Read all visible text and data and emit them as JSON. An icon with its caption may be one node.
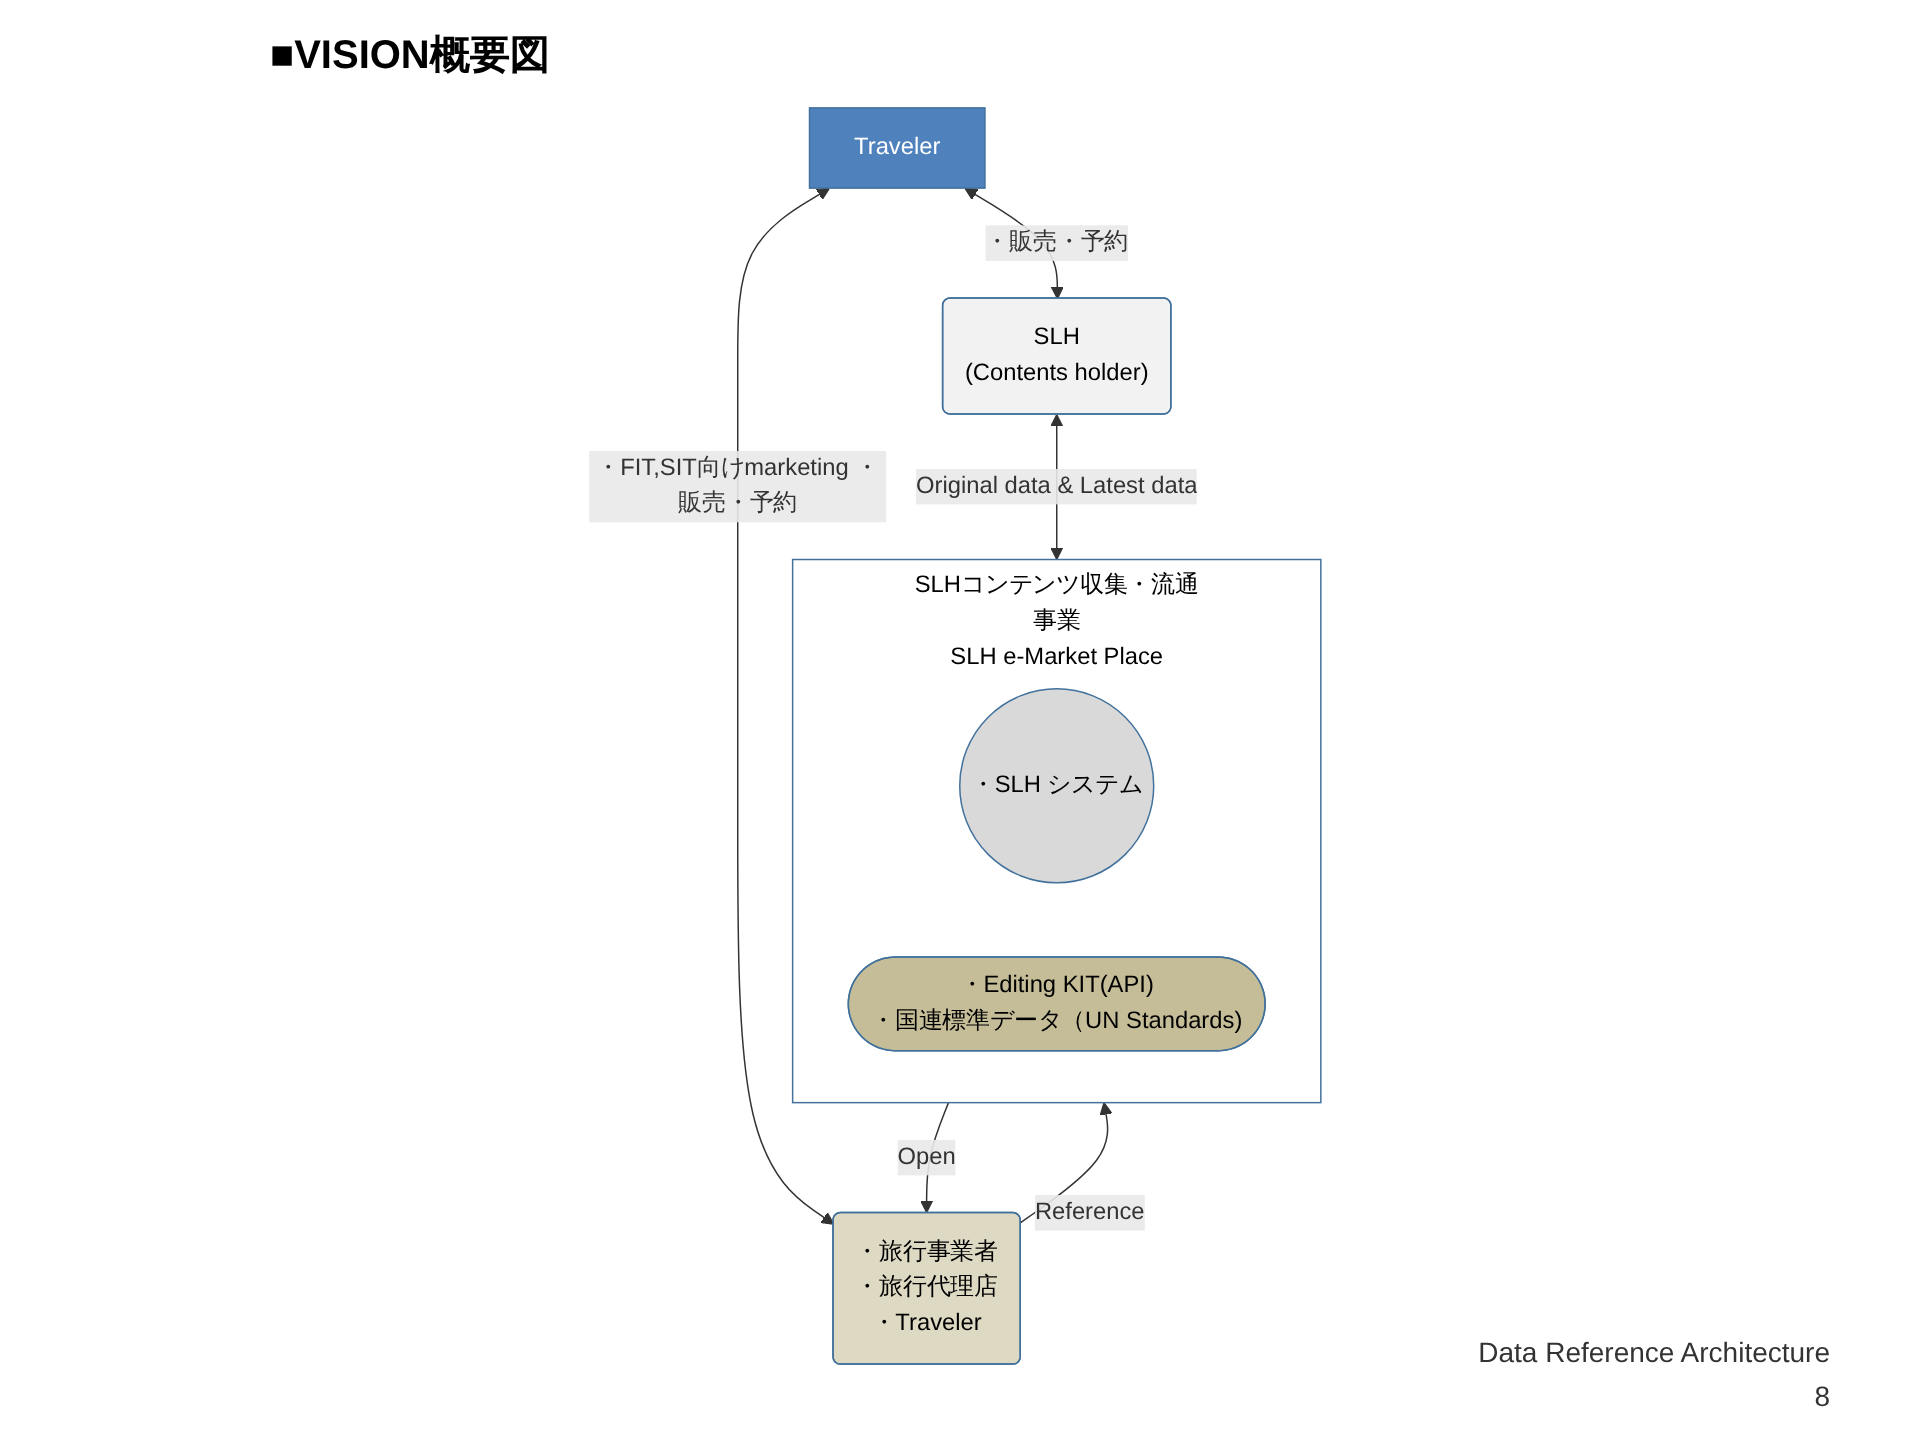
{
  "diagram": {
    "title": "■VISION概要図",
    "nodes": [
      {
        "text": [
          "Traveler"
        ]
      },
      {
        "text": [
          "SLH",
          "(Contents holder)"
        ]
      },
      {
        "text": [
          "・旅行事業者",
          "・旅行代理店",
          "・Traveler"
        ]
      },
      {
        "text": [
          "SLHコンテンツ収集・流通事業",
          "SLH e-Market Place"
        ]
      },
      {
        "text": [
          "・SLH システム"
        ],
        "in": 3
      },
      {
        "text": [
          "・Editing KIT(API)",
          "・国連標準データ（UN Standards)"
        ],
        "in": 3
      }
    ],
    "edges": [
      {
        "from": 0,
        "to": 1,
        "arrow": "both",
        "label": "・販売・予約"
      },
      {
        "from": 0,
        "to": 2,
        "arrow": "both",
        "label": "・FIT,SIT向けmarketing ・販売・予約"
      },
      {
        "from": 1,
        "to": 3,
        "arrow": "both",
        "label": "Original data & Latest data"
      },
      {
        "from": 3,
        "to": 2,
        "arrow": "to",
        "label": "Open"
      },
      {
        "from": 2,
        "to": 3,
        "arrow": "to",
        "label": "Reference"
      }
    ],
    "labels": [
      "Data Reference Architecture",
      "8"
    ]
  }
}
